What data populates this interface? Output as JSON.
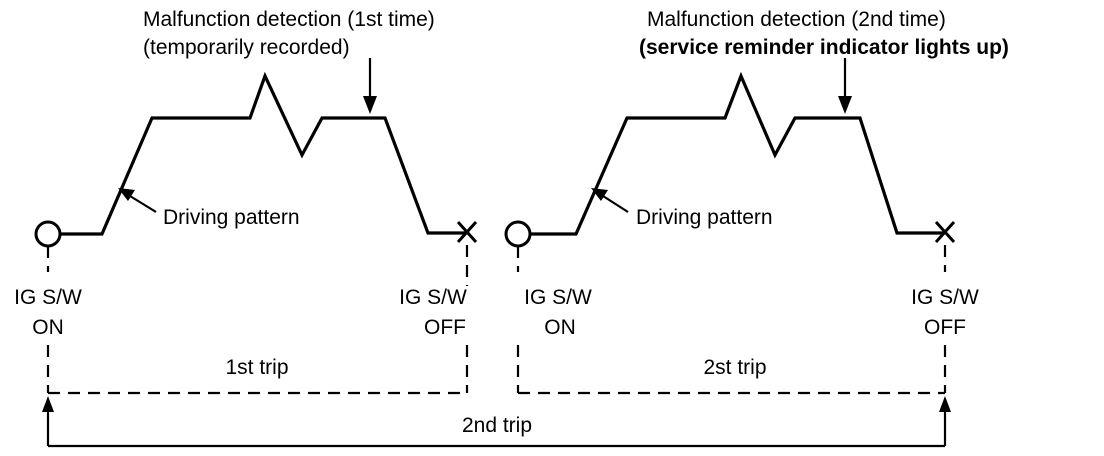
{
  "detection1": {
    "line1": "Malfunction detection (1st time)",
    "line2": "(temporarily recorded)"
  },
  "detection2": {
    "line1": "Malfunction detection (2nd time)",
    "line2": "(service reminder indicator lights up)"
  },
  "driving_pattern_1": "Driving pattern",
  "driving_pattern_2": "Driving pattern",
  "ig_on_1": {
    "line1": "IG S/W",
    "line2": "ON"
  },
  "ig_off_1": {
    "line1": "IG S/W",
    "line2": "OFF"
  },
  "ig_on_2": {
    "line1": "IG S/W",
    "line2": "ON"
  },
  "ig_off_2": {
    "line1": "IG S/W",
    "line2": "OFF"
  },
  "trip_first": "1st trip",
  "trip_second": "2st trip",
  "trip_overall": "2nd trip"
}
